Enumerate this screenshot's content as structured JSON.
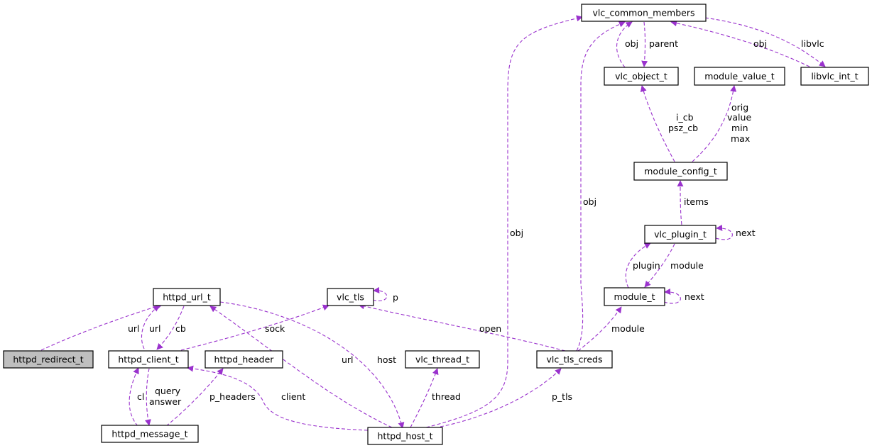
{
  "colors": {
    "edge": "#9a32cd",
    "node_border": "#000000",
    "node_fill": "#ffffff",
    "highlight_fill": "#bfbfbf"
  },
  "nodes": {
    "httpd_redirect_t": "httpd_redirect_t",
    "httpd_url_t": "httpd_url_t",
    "httpd_client_t": "httpd_client_t",
    "httpd_header": "httpd_header",
    "httpd_message_t": "httpd_message_t",
    "vlc_tls": "vlc_tls",
    "httpd_host_t": "httpd_host_t",
    "vlc_thread_t": "vlc_thread_t",
    "vlc_tls_creds": "vlc_tls_creds",
    "vlc_common_members": "vlc_common_members",
    "vlc_object_t": "vlc_object_t",
    "module_value_t": "module_value_t",
    "libvlc_int_t": "libvlc_int_t",
    "module_config_t": "module_config_t",
    "vlc_plugin_t": "vlc_plugin_t",
    "module_t": "module_t"
  },
  "edge_labels": {
    "url_redirect": "url",
    "url_client": "url",
    "cb": "cb",
    "sock": "sock",
    "p": "p",
    "open": "open",
    "url_host": "url",
    "host": "host",
    "cl": "cl",
    "query": "query",
    "answer": "answer",
    "p_headers": "p_headers",
    "client": "client",
    "thread": "thread",
    "p_tls": "p_tls",
    "obj_host": "obj",
    "obj_creds": "obj",
    "module_creds": "module",
    "obj_object": "obj",
    "parent": "parent",
    "obj_libvlc": "obj",
    "libvlc": "libvlc",
    "i_cb": "i_cb",
    "psz_cb": "psz_cb",
    "orig": "orig",
    "value": "value",
    "min": "min",
    "max": "max",
    "items": "items",
    "next_plugin": "next",
    "plugin": "plugin",
    "module_plugin": "module",
    "next_module": "next"
  }
}
